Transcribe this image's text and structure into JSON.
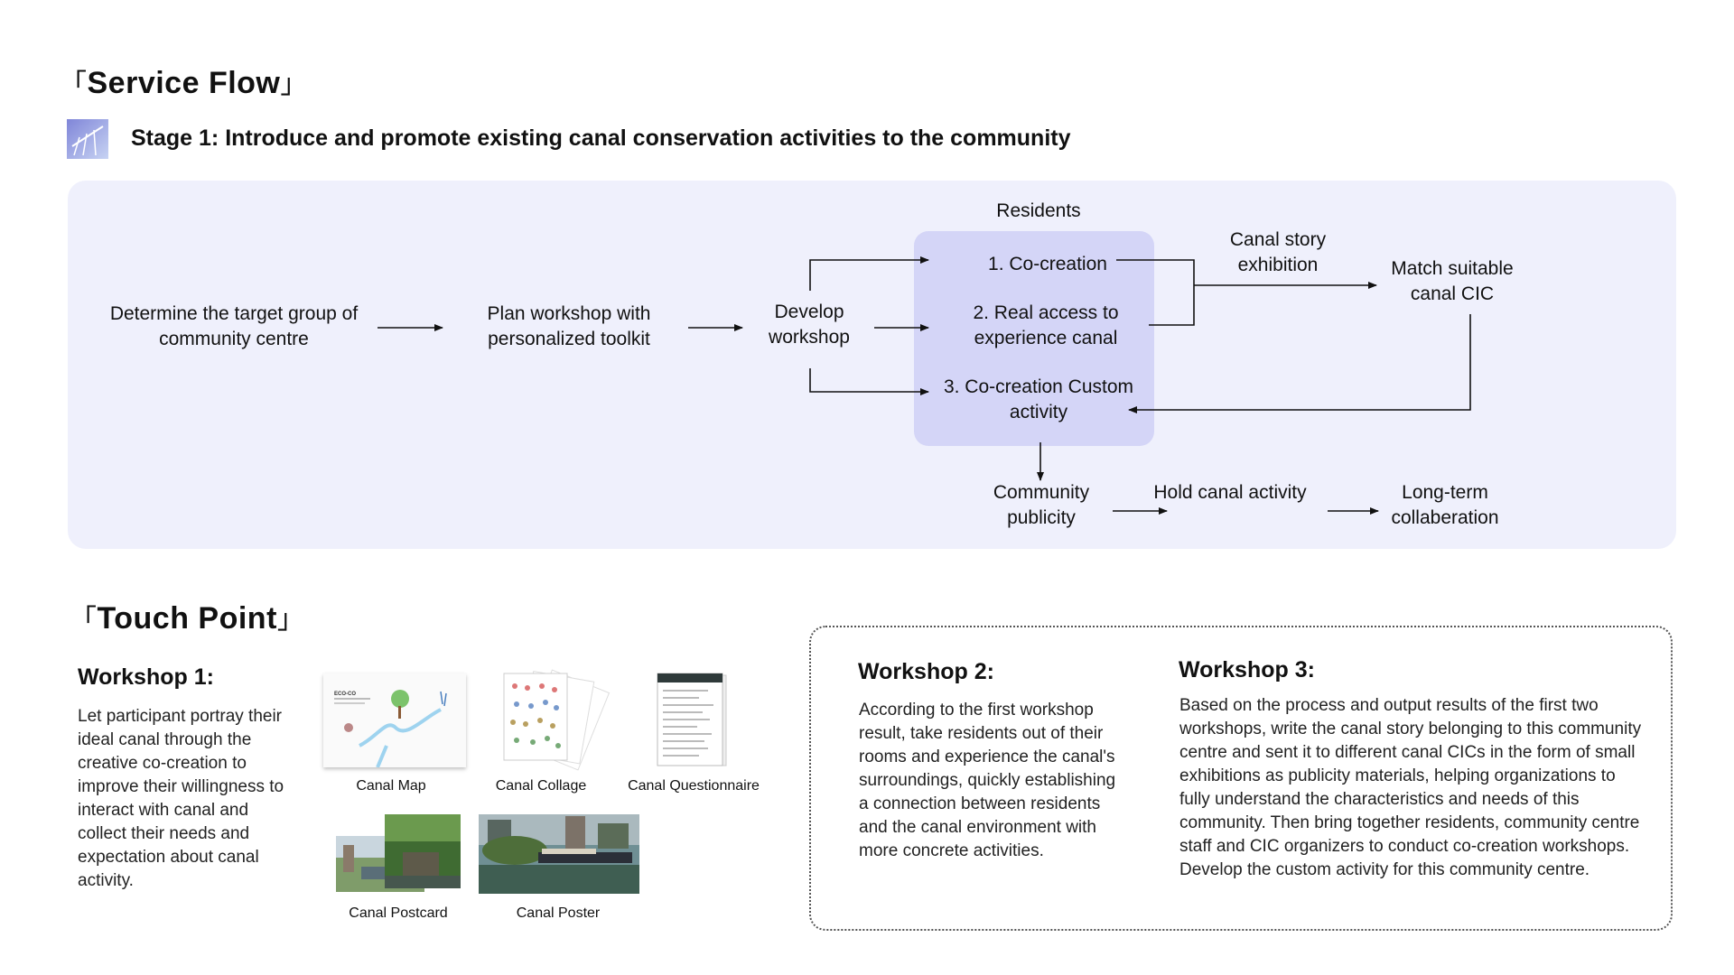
{
  "service_flow": {
    "title": "Service Flow",
    "bracket_open": "「",
    "bracket_close": "」",
    "stage_title": "Stage 1: Introduce and promote existing canal conservation activities to the community",
    "nodes": {
      "target_group": "Determine the target group of community centre",
      "plan_workshop": "Plan workshop with personalized toolkit",
      "develop_workshop": "Develop workshop",
      "residents": "Residents",
      "co_creation": "1. Co-creation",
      "real_access": "2. Real access to experience canal",
      "custom_activity": "3. Co-creation Custom activity",
      "story_exhibition": "Canal story exhibition",
      "match_cic": "Match suitable canal CIC",
      "community_publicity": "Community publicity",
      "hold_activity": "Hold canal activity",
      "long_term": "Long-term collaberation"
    }
  },
  "touch_point": {
    "title": "Touch Point",
    "bracket_open": "「",
    "bracket_close": "」",
    "workshop1": {
      "title": "Workshop 1:",
      "text": "Let participant portray their ideal canal through the creative co-creation to improve their willingness to interact with canal and collect their needs and expectation about canal activity."
    },
    "items": {
      "canal_map": "Canal Map",
      "canal_collage": "Canal Collage",
      "canal_questionnaire": "Canal Questionnaire",
      "canal_postcard": "Canal Postcard",
      "canal_poster": "Canal Poster",
      "map_card_brand": "ECO-CO"
    },
    "workshop2": {
      "title": "Workshop 2:",
      "text": "According to the first workshop result, take residents out of their rooms and experience the canal's surroundings, quickly establishing a connection between residents and the canal environment with more concrete activities."
    },
    "workshop3": {
      "title": "Workshop 3:",
      "text": "Based on the process and output results of the first two workshops, write the canal story belonging to this community centre and sent it to different canal CICs in the form of small exhibitions as publicity materials, helping organizations to fully understand the characteristics and needs of this community. Then bring together residents, community centre staff and CIC organizers to conduct co-creation workshops. Develop the custom activity for this community centre."
    }
  },
  "colors": {
    "panel_bg": "#eff0fc",
    "residents_box": "#d4d5f7",
    "arrow": "#111111"
  }
}
